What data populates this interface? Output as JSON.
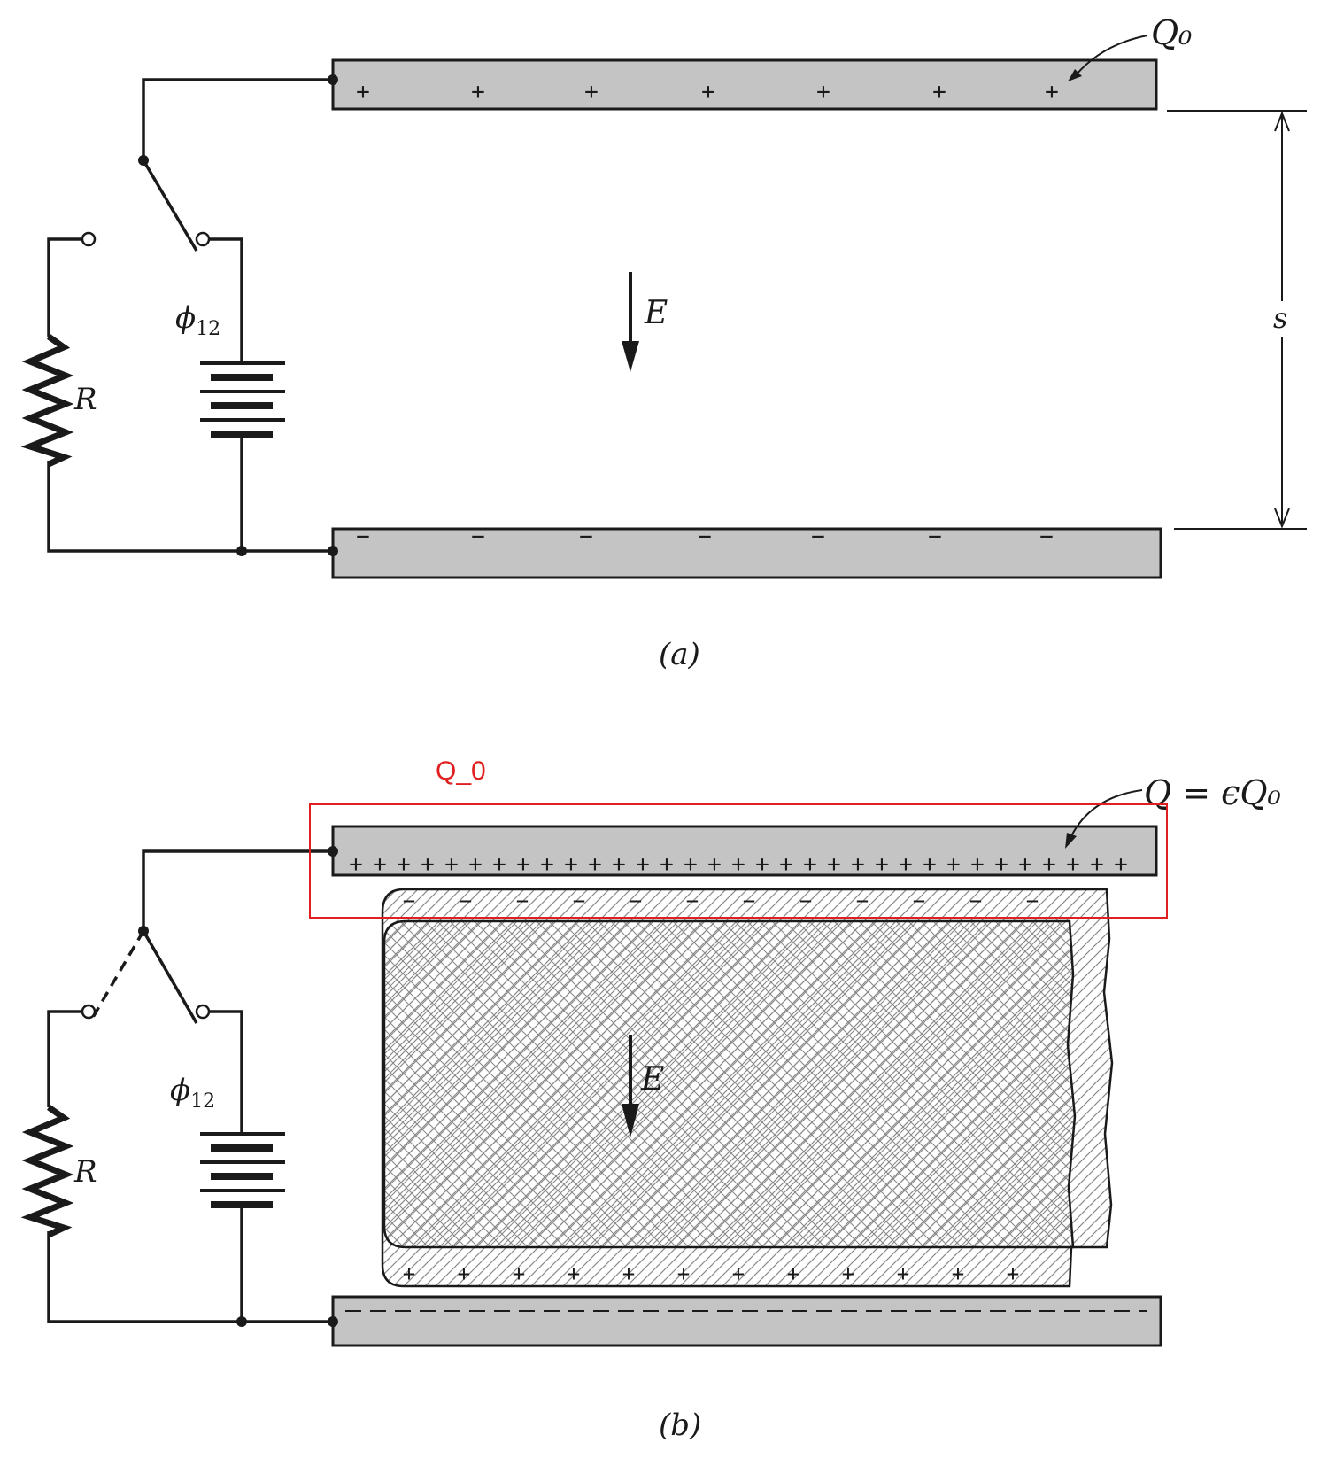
{
  "colors": {
    "plate_fill": "#c4c4c4",
    "ink": "#1a1a1a",
    "annotation": "#e02020"
  },
  "panel_a": {
    "charge_label": "Q₀",
    "field_label": "E",
    "separation_label": "s",
    "battery_label": "ϕ",
    "battery_subscript": "12",
    "resistor_label": "R",
    "caption": "(a)"
  },
  "panel_b": {
    "charge_label": "Q = ϵQ₀",
    "field_label": "E",
    "battery_label": "ϕ",
    "battery_subscript": "12",
    "resistor_label": "R",
    "caption": "(b)"
  },
  "annotation": {
    "label": "Q_0"
  }
}
